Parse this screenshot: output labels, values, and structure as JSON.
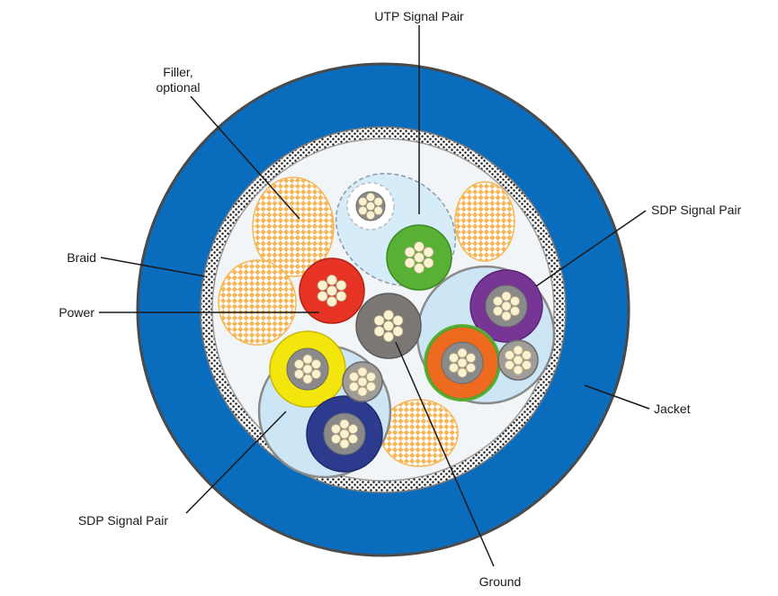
{
  "labels": {
    "utp_signal_pair": "UTP Signal Pair",
    "filler_line1": "Filler,",
    "filler_line2": "optional",
    "sdp_signal_pair_right": "SDP Signal Pair",
    "braid": "Braid",
    "power": "Power",
    "jacket": "Jacket",
    "sdp_signal_pair_left": "SDP Signal Pair",
    "ground": "Ground"
  },
  "colors": {
    "jacket": "#0a6cbc",
    "jacket_edge": "#4a4a4a",
    "braid_bg": "#ffffff",
    "braid_dot": "#1a1a1a",
    "core_bg": "#f2f5f7",
    "filler": "#f6b75a",
    "shield_fill": "#cce6f6",
    "power": "#e63323",
    "ground": "#7a7775",
    "utp_green": "#58b035",
    "sdp_purple": "#773595",
    "sdp_orange": "#ee6a1e",
    "sdp_yellow": "#f3e60d",
    "sdp_navy": "#2d3b8f",
    "conductor": "#fbf3d0",
    "strand_ring": "#8a8a8a"
  }
}
